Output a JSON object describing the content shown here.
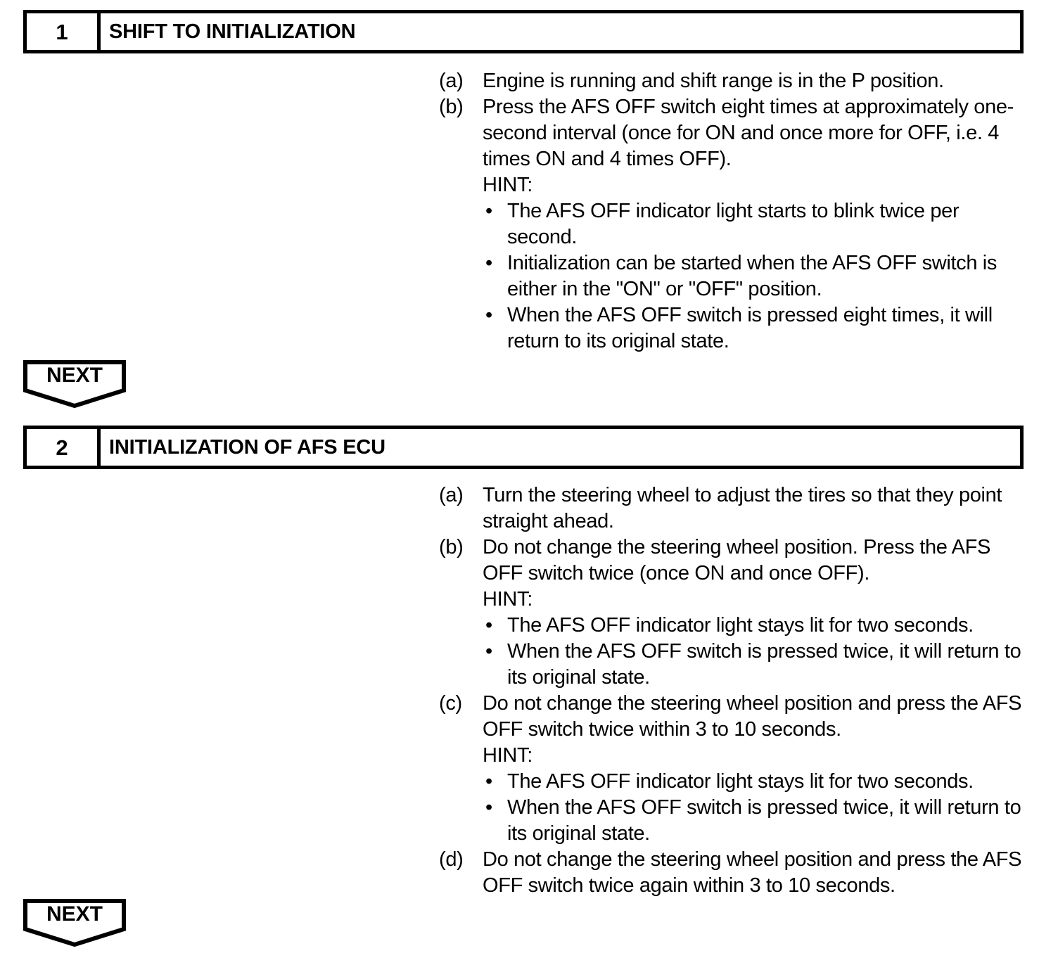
{
  "document": {
    "type": "automotive-service-procedure",
    "ink_color": "#000000",
    "background_color": "#ffffff"
  },
  "steps": [
    {
      "number": "1",
      "title": "SHIFT TO INITIALIZATION",
      "items": [
        {
          "marker": "(a)",
          "text": "Engine is running and shift range is in the P position."
        },
        {
          "marker": "(b)",
          "text": "Press the AFS OFF switch eight times at approximately one-second interval (once for ON and once more for OFF, i.e. 4 times ON and 4 times OFF).",
          "hint_label": "HINT:",
          "hint_bullets": [
            "The AFS OFF indicator light starts to blink twice per second.",
            "Initialization can be started when the AFS OFF switch is either in the \"ON\" or \"OFF\" position.",
            "When the AFS OFF switch is pressed eight times, it will return to its original state."
          ]
        }
      ],
      "next_badge": {
        "label": "NEXT"
      }
    },
    {
      "number": "2",
      "title": "INITIALIZATION OF AFS ECU",
      "items": [
        {
          "marker": "(a)",
          "text": "Turn the steering wheel to adjust the tires so that they point straight ahead."
        },
        {
          "marker": "(b)",
          "text": "Do not change the steering wheel position. Press the AFS OFF switch twice (once ON and once OFF).",
          "hint_label": "HINT:",
          "hint_bullets": [
            "The AFS OFF indicator light stays lit for two seconds.",
            "When the AFS OFF switch is pressed twice, it will return to its original state."
          ]
        },
        {
          "marker": "(c)",
          "text": "Do not change the steering wheel position and press the AFS OFF switch twice within 3 to 10 seconds.",
          "hint_label": "HINT:",
          "hint_bullets": [
            "The AFS OFF indicator light stays lit for two seconds.",
            "When the AFS OFF switch is pressed twice, it will return to its original state."
          ]
        },
        {
          "marker": "(d)",
          "text": "Do not change the steering wheel position and press the AFS OFF switch twice again within 3 to 10 seconds."
        }
      ],
      "next_badge": {
        "label": "NEXT"
      }
    }
  ],
  "bullet_glyph": "•"
}
